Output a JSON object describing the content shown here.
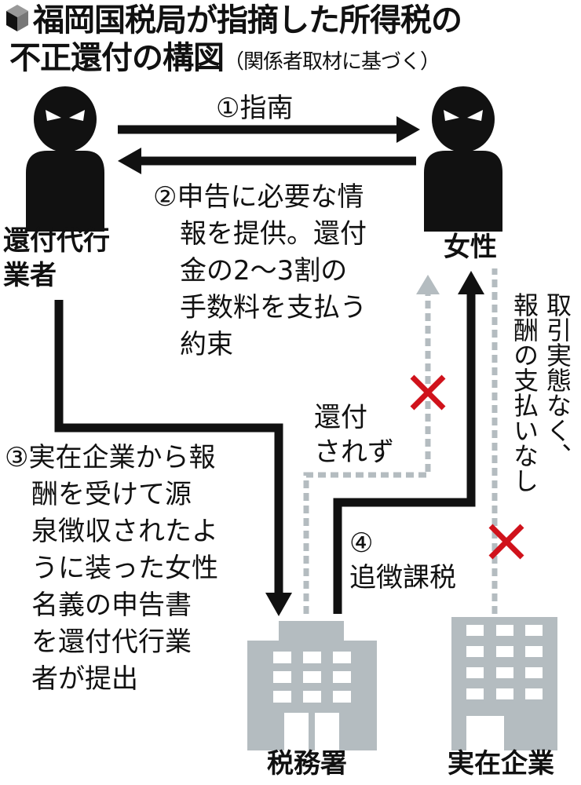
{
  "title": {
    "line1": "福岡国税局が指摘した所得税の",
    "line2": "不正還付の構図",
    "source": "（関係者取材に基づく）"
  },
  "actors": {
    "agent": "還付代行\n業者",
    "woman": "女性",
    "tax_office": "税務署",
    "company": "実在企業"
  },
  "steps": {
    "s1": "①指南",
    "s2": "②申告に必要な情\n　報を提供。還付\n　金の2～3割の\n　手数料を支払う\n　約束",
    "s3": "③実在企業から報\n　酬を受けて源\n　泉徴収されたよ\n　うに装った女性\n　名義の申告書\n　を還付代行業\n　者が提出",
    "s4": "④\n追徴課税",
    "no_refund": "還付\nされず",
    "no_payment_1": "取引実態なく、",
    "no_payment_2": "報酬の支払いなし"
  },
  "colors": {
    "black": "#111111",
    "gray": "#b4bcc0",
    "red": "#d0121b"
  }
}
